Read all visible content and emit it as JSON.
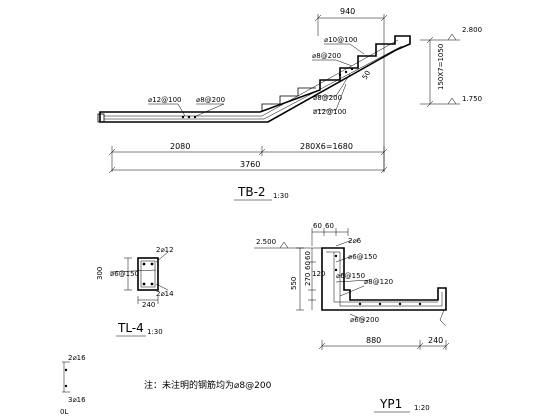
{
  "tb2": {
    "title": "TB-2",
    "scale": "1:30",
    "dim_940": "940",
    "elev_top": "2.800",
    "elev_bottom": "1.750",
    "riser_dim": "150X7=1050",
    "bar_10_100": "⌀10@100",
    "bar_8_200_upper": "⌀8@200",
    "bar_12_100_left": "⌀12@100",
    "bar_8_200_left": "⌀8@200",
    "bar_8_200_mid": "⌀8@200",
    "bar_12_100_mid": "⌀12@100",
    "dim_50": "50",
    "dim_2080": "2080",
    "dim_tread": "280X6=1680",
    "dim_3760": "3760"
  },
  "tl4": {
    "title": "TL-4",
    "scale": "1:30",
    "top_bars": "2⌀12",
    "stirrup": "⌀6@150",
    "bottom_bars": "2⌀14",
    "height": "300",
    "width": "240"
  },
  "yp1": {
    "title": "YP1",
    "scale": "1:20",
    "elev": "2.500",
    "dim_60_60": "60",
    "dim_60_60b": "60",
    "top_bars": "2⌀6",
    "stirrup": "⌀6@150",
    "dim_550": "550",
    "dim_270": "270",
    "dim_60_60v": "60",
    "dim_60_60v2": "60",
    "dim_120": "120",
    "bar_6_150": "⌀6@150",
    "bar_8_120": "⌀8@120",
    "bar_6_200": "⌀6@200",
    "dim_880": "880",
    "dim_240": "240"
  },
  "misc": {
    "left_top": "2⌀16",
    "left_bottom": "3⌀16",
    "left_tiny": "0L",
    "note": "注：未注明的钢筋均为⌀8@200"
  }
}
